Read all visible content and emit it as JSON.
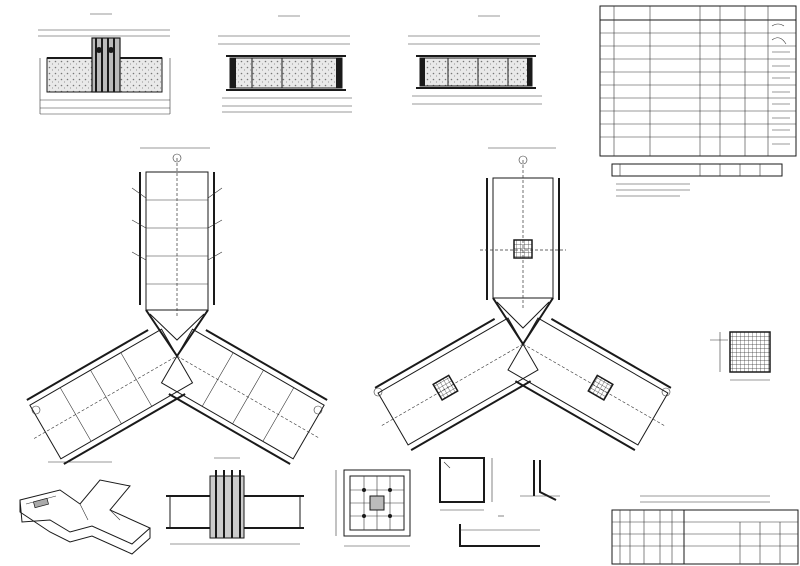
{
  "drawing": {
    "type": "engineering drawing sheet",
    "views": [
      "section-1",
      "section-2",
      "section-3",
      "plan-left",
      "plan-right",
      "axonometric",
      "detail-mesh",
      "detail-corner",
      "detail-bar-1",
      "detail-bar-2",
      "detail-bar-3"
    ],
    "colors": {
      "ink": "#1a1a1a",
      "paper": "#ffffff"
    }
  }
}
